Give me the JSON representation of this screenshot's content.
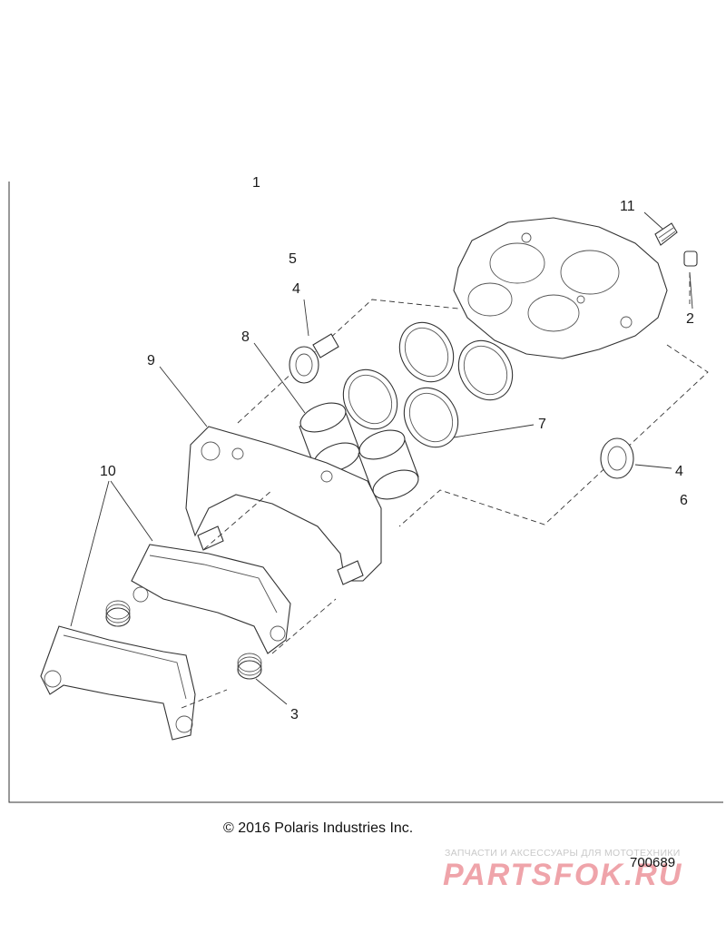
{
  "callouts": [
    {
      "id": "1",
      "label": "1"
    },
    {
      "id": "2",
      "label": "2"
    },
    {
      "id": "3",
      "label": "3"
    },
    {
      "id": "4a",
      "label": "4"
    },
    {
      "id": "4b",
      "label": "4"
    },
    {
      "id": "5",
      "label": "5"
    },
    {
      "id": "6",
      "label": "6"
    },
    {
      "id": "7",
      "label": "7"
    },
    {
      "id": "8",
      "label": "8"
    },
    {
      "id": "9",
      "label": "9"
    },
    {
      "id": "10",
      "label": "10"
    },
    {
      "id": "11",
      "label": "11"
    }
  ],
  "footer": {
    "copyright": "© 2016 Polaris Industries Inc.",
    "diagram_id": "700689"
  },
  "watermark": {
    "tagline": "ЗАПЧАСТИ И АКСЕССУАРЫ ДЛЯ МОТОТЕХНИКИ",
    "logo": "PARTSFOK.RU"
  }
}
